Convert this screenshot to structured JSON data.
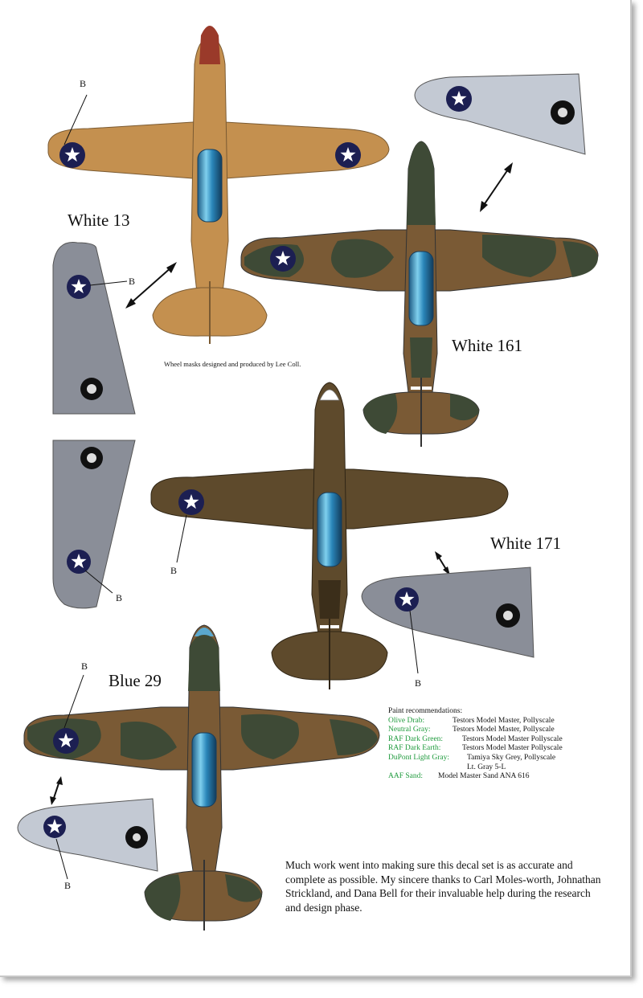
{
  "labels": {
    "white13": "White 13",
    "white161": "White 161",
    "white171": "White 171",
    "blue29": "Blue 29",
    "b": "B",
    "wheel_masks": "Wheel masks designed and produced by Lee Coll."
  },
  "paint": {
    "title": "Paint recommendations:",
    "items": [
      {
        "name": "Olive Drab:",
        "value": "Testors Model Master,  Pollyscale"
      },
      {
        "name": "Neutral Gray:",
        "value": "Testors Model Master,  Pollyscale"
      },
      {
        "name": "RAF Dark Green:",
        "value": "Testors Model Master  Pollyscale"
      },
      {
        "name": "RAF Dark Earth:",
        "value": "Testors Model Master  Pollyscale"
      },
      {
        "name": "DuPont Light Gray:",
        "value": "Tamiya Sky Grey, Pollyscale"
      },
      {
        "name": "",
        "value": "Lt. Gray 5-L"
      },
      {
        "name": "AAF Sand:",
        "value": "Model Master Sand ANA 616"
      }
    ]
  },
  "thanks": "Much work went into making sure this decal set is as accurate and complete as possible. My sincere thanks to Carl Moles-worth, Johnathan Strickland, and Dana Bell for their invaluable help during the research and design phase.",
  "colors": {
    "sand": "#c4904f",
    "olive_drab": "#5e4a2c",
    "dark_earth": "#7a5a35",
    "dark_green": "#3e4a36",
    "neutral_gray": "#8a8e98",
    "light_gray": "#c3c9d3",
    "roundel_blue": "#1c1f52",
    "spinner_red": "#9a3a2a",
    "spinner_blue": "#5aa8cf",
    "paint_green": "#1e9a3c"
  }
}
